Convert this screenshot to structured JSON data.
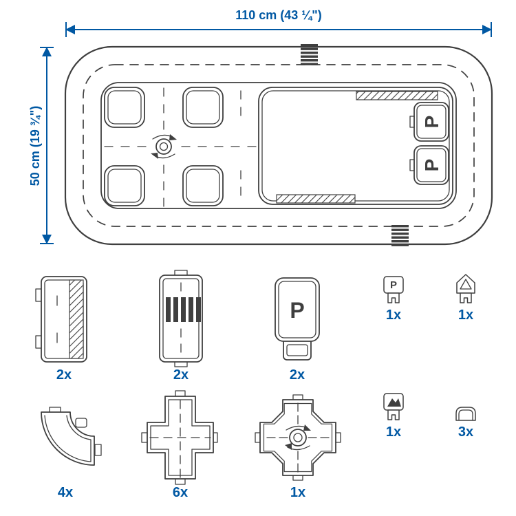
{
  "colors": {
    "accent": "#0058a3",
    "line": "#3f3f3f",
    "background": "#ffffff"
  },
  "diagram": {
    "width_label": "110 cm (43 ¼\")",
    "height_label": "50 cm (19 ¾\")",
    "parking_letter": "P"
  },
  "parts": [
    {
      "name": "straight-road-with-sidewalk",
      "qty": "2x"
    },
    {
      "name": "straight-road-with-crosswalk",
      "qty": "2x"
    },
    {
      "name": "parking-lot-piece",
      "qty": "2x",
      "label": "P"
    },
    {
      "name": "parking-sign",
      "qty": "1x",
      "label": "P"
    },
    {
      "name": "town-sign",
      "qty": "1x"
    },
    {
      "name": "curved-road",
      "qty": "4x"
    },
    {
      "name": "intersection-road",
      "qty": "6x"
    },
    {
      "name": "roundabout-piece",
      "qty": "1x"
    },
    {
      "name": "picture-sign",
      "qty": "1x"
    },
    {
      "name": "connector-piece",
      "qty": "3x"
    }
  ]
}
